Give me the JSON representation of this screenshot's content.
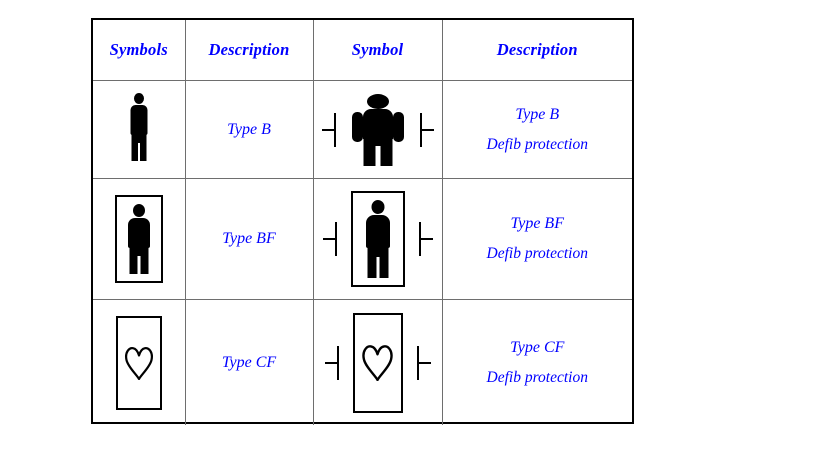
{
  "colors": {
    "text_blue": "#0000FF",
    "symbol_black": "#000000",
    "outer_border": "#000000",
    "inner_border": "#6E6E6E",
    "background": "#FFFFFF"
  },
  "table": {
    "headers": [
      {
        "label": "Symbols"
      },
      {
        "label": "Description"
      },
      {
        "label": "Symbol"
      },
      {
        "label": "Description"
      }
    ],
    "rows": [
      {
        "id": "type-b",
        "symbol_plain": "person-figure-icon",
        "description_plain": "Type B",
        "symbol_defib": "person-figure-defib-icon",
        "description_defib_line1": "Type B",
        "description_defib_line2": "Defib protection"
      },
      {
        "id": "type-bf",
        "symbol_plain": "person-figure-boxed-icon",
        "description_plain": "Type BF",
        "symbol_defib": "person-figure-boxed-defib-icon",
        "description_defib_line1": "Type BF",
        "description_defib_line2": "Defib protection"
      },
      {
        "id": "type-cf",
        "symbol_plain": "heart-boxed-icon",
        "description_plain": "Type CF",
        "symbol_defib": "heart-boxed-defib-icon",
        "description_defib_line1": "Type CF",
        "description_defib_line2": "Defib protection"
      }
    ]
  }
}
